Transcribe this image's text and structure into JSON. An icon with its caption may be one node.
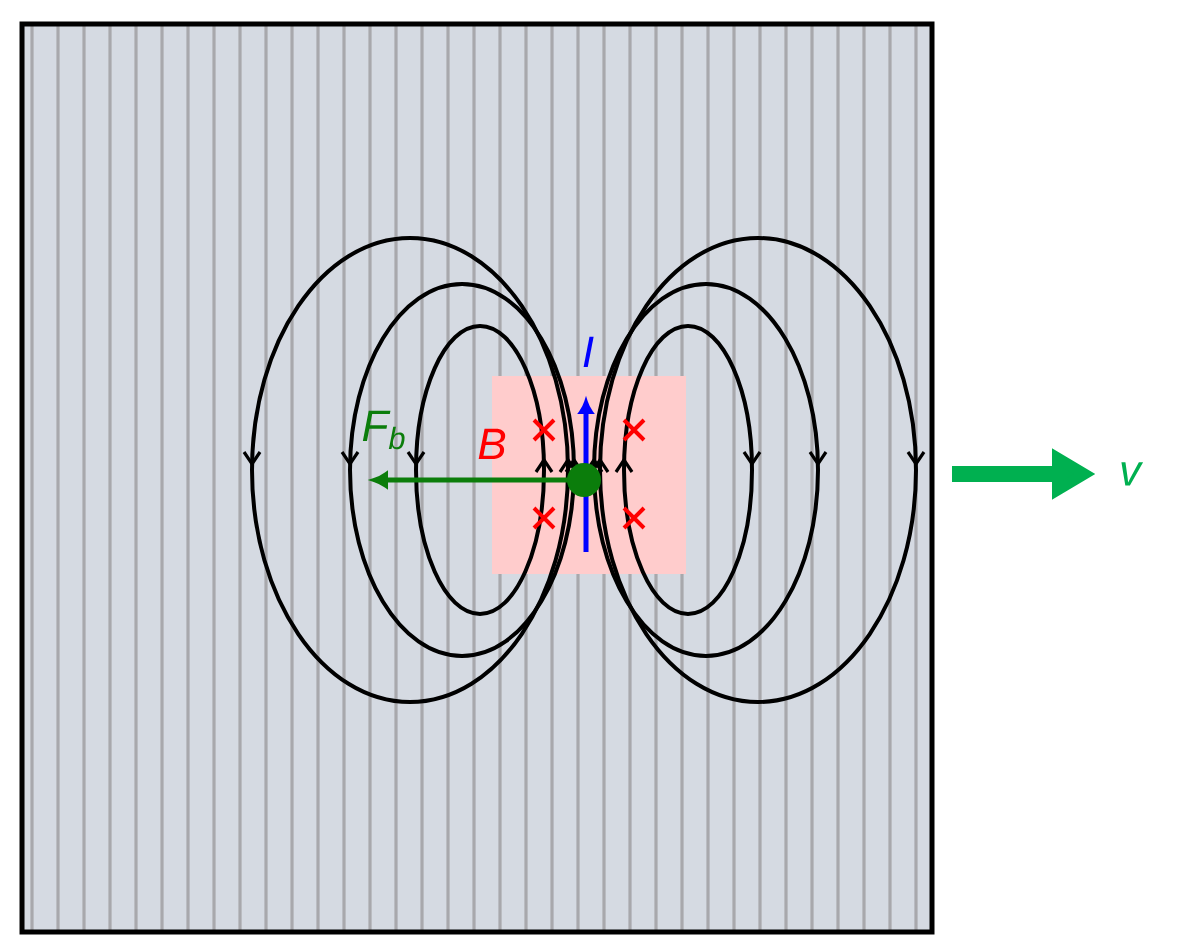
{
  "diagram": {
    "labels": [
      "I",
      "B",
      "F$_{b}$",
      "v"
    ]
  }
}
